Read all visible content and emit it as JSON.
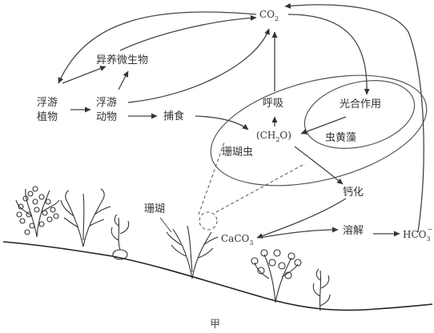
{
  "labels": {
    "co2_main": "CO",
    "co2_sub": "2",
    "heterotroph": "异养微生物",
    "phytoplankton_1": "浮游",
    "phytoplankton_2": "植物",
    "zooplankton_1": "浮游",
    "zooplankton_2": "动物",
    "predation": "捕食",
    "respiration": "呼吸",
    "photosynthesis": "光合作用",
    "ch2o_open": "(CH",
    "ch2o_sub": "2",
    "ch2o_close": "O)",
    "zooxanthellae": "虫黄藻",
    "coral_polyp": "珊瑚虫",
    "calcification": "钙化",
    "coral": "珊瑚",
    "caco3_main": "CaCO",
    "caco3_sub": "3",
    "dissolution": "溶解",
    "hco3_main": "HCO",
    "hco3_sub": "3",
    "hco3_sup": "−",
    "caption": "甲"
  }
}
